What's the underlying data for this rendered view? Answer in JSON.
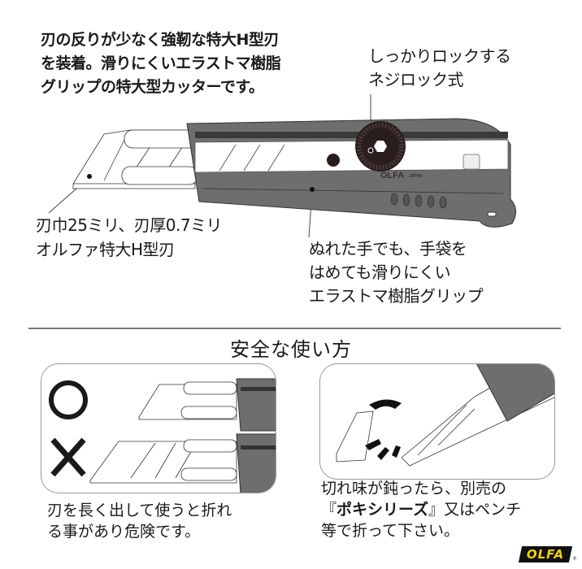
{
  "intro": {
    "lines": [
      "刃の反りが少なく強靭な特大H型刃",
      "を装着。滑りにくいエラストマ樹脂",
      "グリップの特大型カッターです。"
    ]
  },
  "callouts": {
    "lock": {
      "lines": [
        "しっかりロックする",
        "ネジロック式"
      ]
    },
    "blade": {
      "lines": [
        "刃巾25ミリ、刃厚0.7ミリ",
        "オルファ特大H型刃"
      ]
    },
    "grip": {
      "lines": [
        "ぬれた手でも、手袋を",
        "はめても滑りにくい",
        "エラストマ樹脂グリップ"
      ]
    }
  },
  "product": {
    "brand_mark": "OLFA",
    "brand_sub": "JAPAN",
    "colors": {
      "body": "#6e6e6e",
      "body_dark": "#3a3a3a",
      "wheel": "#2a1e1c",
      "blade": "#ffffff"
    }
  },
  "safety": {
    "title": "安全な使い方",
    "left_panel": {
      "good_mark": "○",
      "bad_mark": "×",
      "caption_lines": [
        "刃を長く出して使うと折れ",
        "る事があり危険です。"
      ]
    },
    "right_panel": {
      "caption_line1": "切れ味が鈍ったら、別売の",
      "caption_line2_open": "『",
      "caption_line2_bold": "ポキシリーズ",
      "caption_line2_close": "』又はペンチ",
      "caption_line3": "等で折って下さい。"
    }
  },
  "footer": {
    "logo": "OLFA",
    "logo_colors": {
      "bg": "#111111",
      "fg": "#f5d200"
    }
  }
}
